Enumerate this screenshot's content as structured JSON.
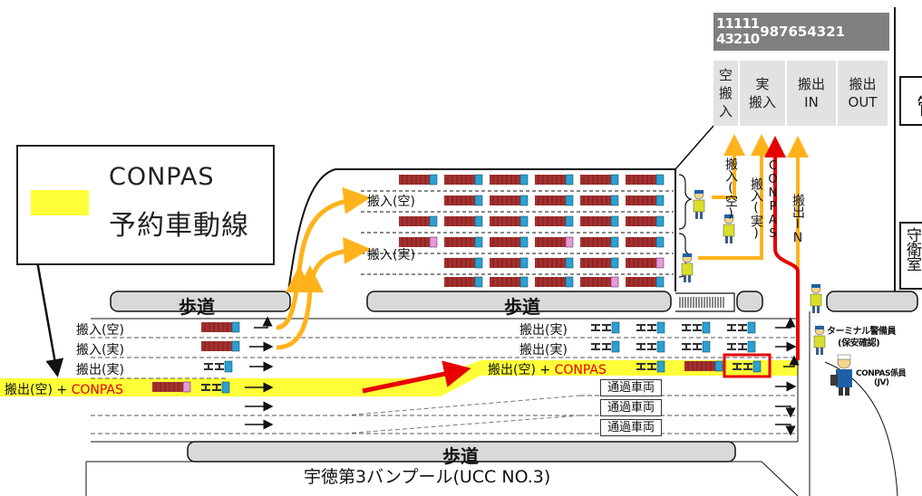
{
  "legend": {
    "line1": "CONPAS",
    "line2": "予約車動線",
    "highlight_color": "#ffff38"
  },
  "gates": {
    "numbers_stacked": [
      [
        "1",
        "4"
      ],
      [
        "1",
        "3"
      ],
      [
        "1",
        "2"
      ],
      [
        "1",
        "1"
      ],
      [
        "1",
        "0"
      ]
    ],
    "numbers_rest": "987654321",
    "lanes": [
      {
        "label": "空\n搬\n入"
      },
      {
        "label": "実\n搬入"
      },
      {
        "label": "搬出\nIN"
      },
      {
        "label": "搬出\nOUT"
      }
    ]
  },
  "yard": {
    "rows": [
      {
        "label": "搬入(空)"
      },
      {
        "label": "搬入(実)"
      }
    ]
  },
  "vertical_flows": {
    "empty_in": "搬入(空)",
    "loaded_in": "搬入(実)",
    "conpas": "CONPAS",
    "out_in": "搬出IN"
  },
  "lanes_left": [
    {
      "label": "搬入(空)"
    },
    {
      "label": "搬入(実)"
    },
    {
      "label": "搬出(実)"
    },
    {
      "label": "搬出(空) + ",
      "suffix": "CONPAS"
    }
  ],
  "lanes_right": [
    {
      "label": "搬出(実)"
    },
    {
      "label": "搬出(実)"
    },
    {
      "label": "搬出(空) + ",
      "suffix": "CONPAS"
    }
  ],
  "through_lanes": [
    "通過車両",
    "通過車両",
    "通過車両"
  ],
  "sidewalks": [
    "歩道",
    "歩道",
    "歩道"
  ],
  "guards": {
    "terminal_guard": "ターミナル警備員",
    "terminal_guard_sub": "(保安確認)",
    "conpas_staff": "CONPAS係員",
    "conpas_staff_sub": "(JV)"
  },
  "guardhouse": "守衛室",
  "right_edge_char": "管",
  "bottom_label": "宇徳第3バンプール(UCC NO.3)",
  "colors": {
    "container_red": "#a3302f",
    "container_blue": "#2aa0d6",
    "container_pink": "#e49ad6",
    "flow_orange": "#ffb21a",
    "conpas_red": "#e60000",
    "sidewalk_gray": "#d9d9d9"
  }
}
